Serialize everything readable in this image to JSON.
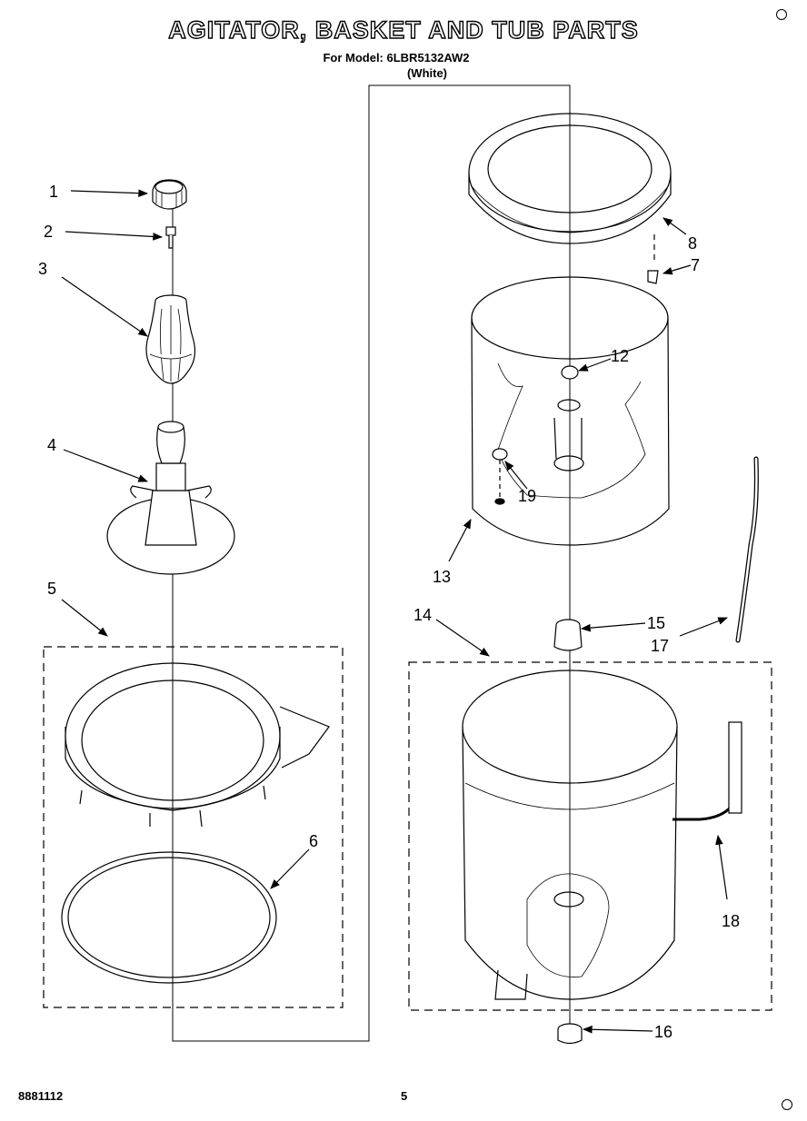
{
  "title": "AGITATOR, BASKET AND TUB PARTS",
  "model_line": "For Model: 6LBR5132AW2",
  "color_line": "(White)",
  "footer": {
    "code": "8881112",
    "page": "5"
  },
  "callouts": [
    "1",
    "2",
    "3",
    "4",
    "5",
    "6",
    "7",
    "8",
    "12",
    "13",
    "14",
    "15",
    "16",
    "17",
    "18",
    "19"
  ]
}
